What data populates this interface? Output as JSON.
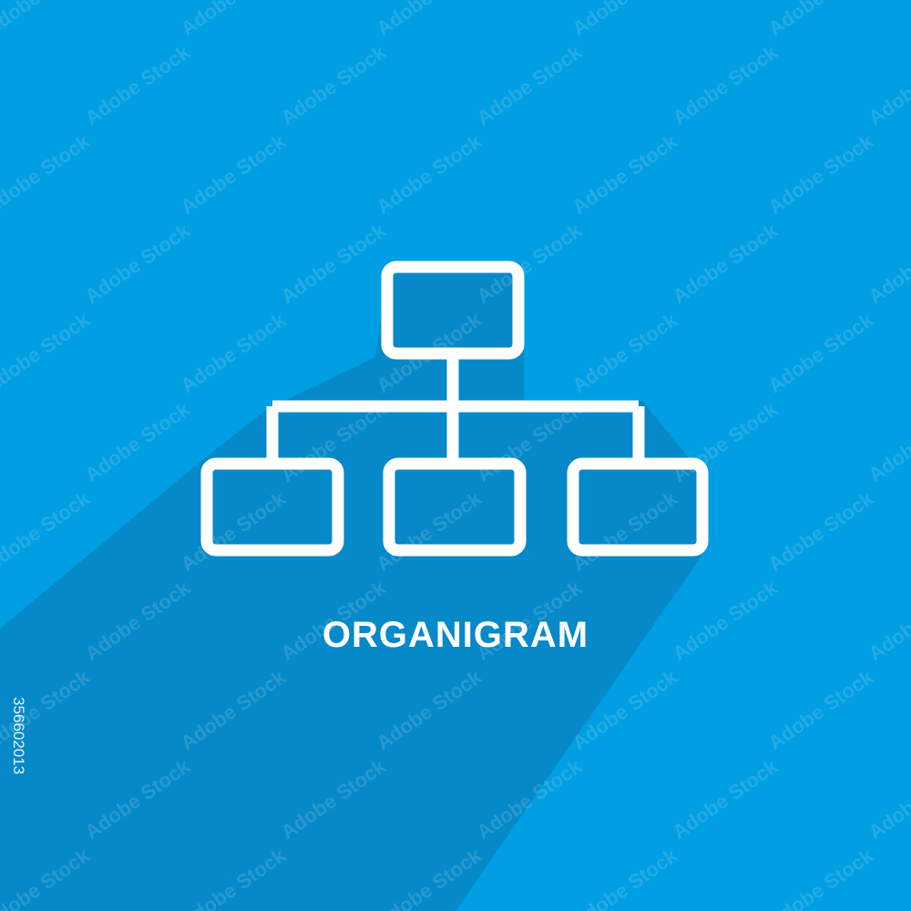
{
  "background_color": "#009ee2",
  "shadow_color": "#0589c9",
  "icon_color": "#ffffff",
  "icon": {
    "name": "organization-chart-icon",
    "nodes": [
      "top-node",
      "child-node-left",
      "child-node-center",
      "child-node-right"
    ]
  },
  "caption": "ORGANIGRAM",
  "watermark": {
    "text": "Adobe Stock"
  },
  "stock_id": "356602013"
}
